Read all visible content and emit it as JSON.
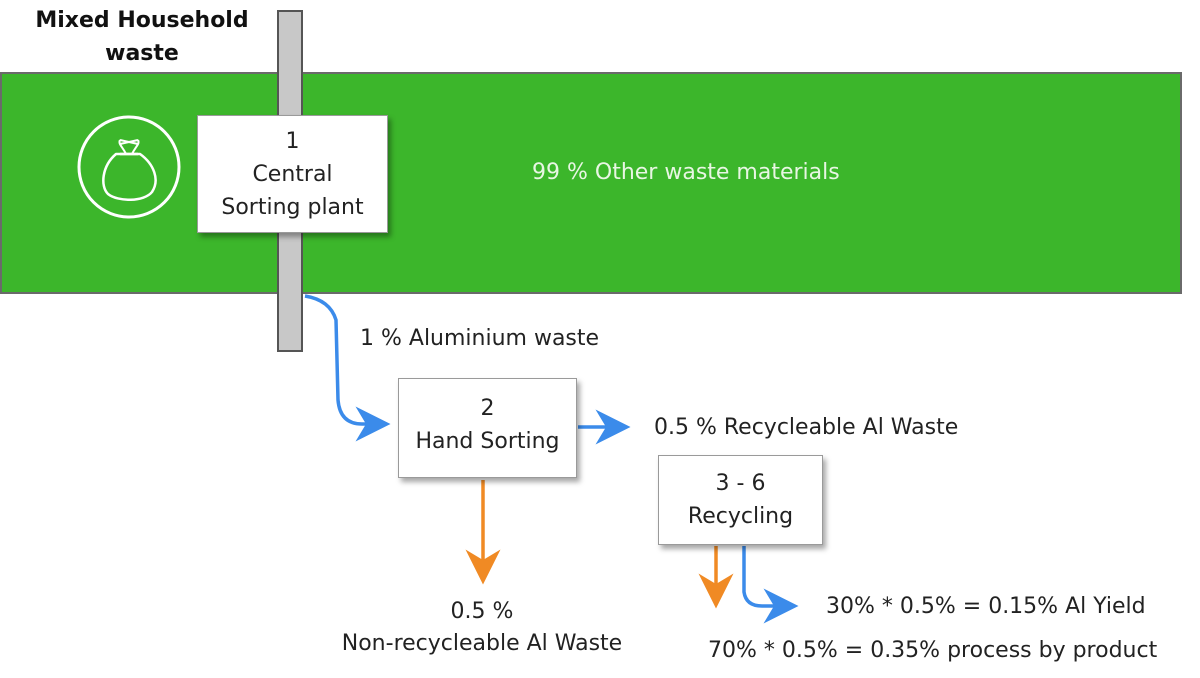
{
  "title": "Mixed Household waste",
  "main_flow": "99 % Other waste materials",
  "icons": {
    "waste_bag": "waste-bag-icon"
  },
  "steps": [
    {
      "number": "1",
      "name_line1": "Central",
      "name_line2": "Sorting plant"
    },
    {
      "number": "2",
      "name": "Hand Sorting"
    },
    {
      "number": "3 - 6",
      "name": "Recycling"
    }
  ],
  "flows": {
    "aluminium": "1 % Aluminium waste",
    "recyclable": "0.5 % Recycleable Al Waste",
    "non_recyclable_value": "0.5 %",
    "non_recyclable_label": "Non-recycleable Al Waste",
    "yield": "30% * 0.5% = 0.15% Al Yield",
    "byproduct": "70% * 0.5% = 0.35% process by product"
  },
  "colors": {
    "band": "#3cb62b",
    "blue_arrow": "#3b8bea",
    "orange_arrow": "#f08a24",
    "pipe": "#c8c8c8"
  }
}
